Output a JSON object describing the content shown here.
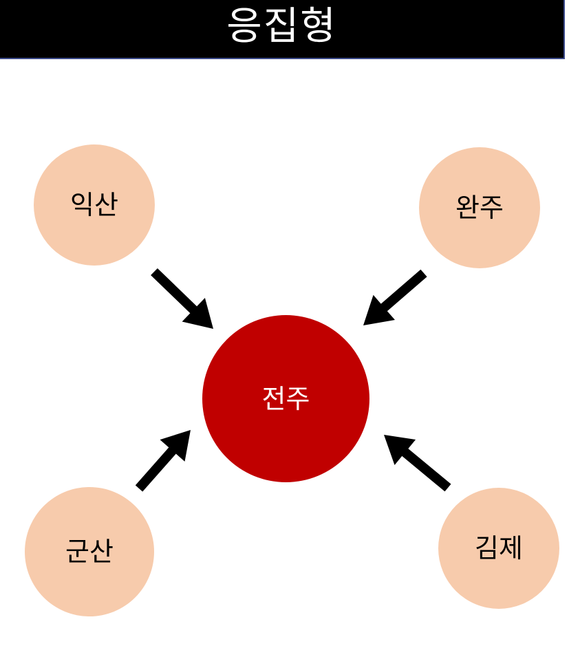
{
  "title": "응집형",
  "colors": {
    "title_background": "#000000",
    "title_text": "#ffffff",
    "satellite_fill": "#f7cbac",
    "satellite_text": "#000000",
    "center_fill": "#c00000",
    "center_text": "#ffffff",
    "arrow": "#000000"
  },
  "nodes": {
    "center": {
      "label": "전주"
    },
    "top_left": {
      "label": "익산"
    },
    "top_right": {
      "label": "완주"
    },
    "bottom_left": {
      "label": "군산"
    },
    "bottom_right": {
      "label": "김제"
    }
  }
}
